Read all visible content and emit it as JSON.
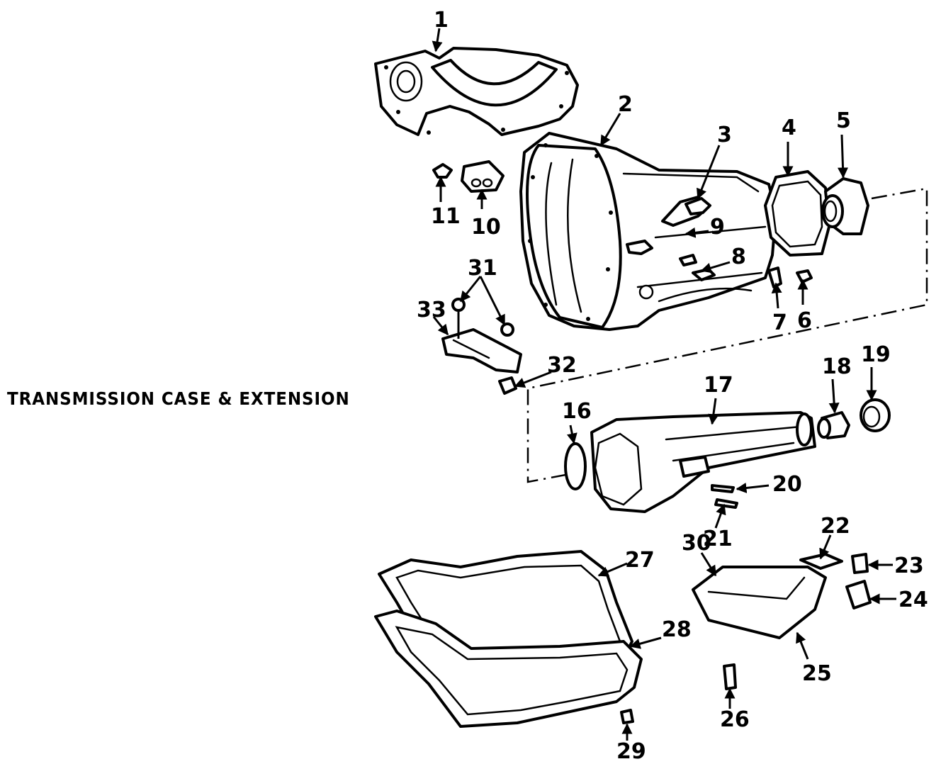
{
  "title": "TRANSMISSION CASE & EXTENSION",
  "callouts": [
    "1",
    "2",
    "3",
    "4",
    "5",
    "6",
    "7",
    "8",
    "9",
    "10",
    "11",
    "16",
    "17",
    "18",
    "19",
    "20",
    "21",
    "22",
    "23",
    "24",
    "25",
    "26",
    "27",
    "28",
    "29",
    "30",
    "31",
    "32",
    "33"
  ]
}
